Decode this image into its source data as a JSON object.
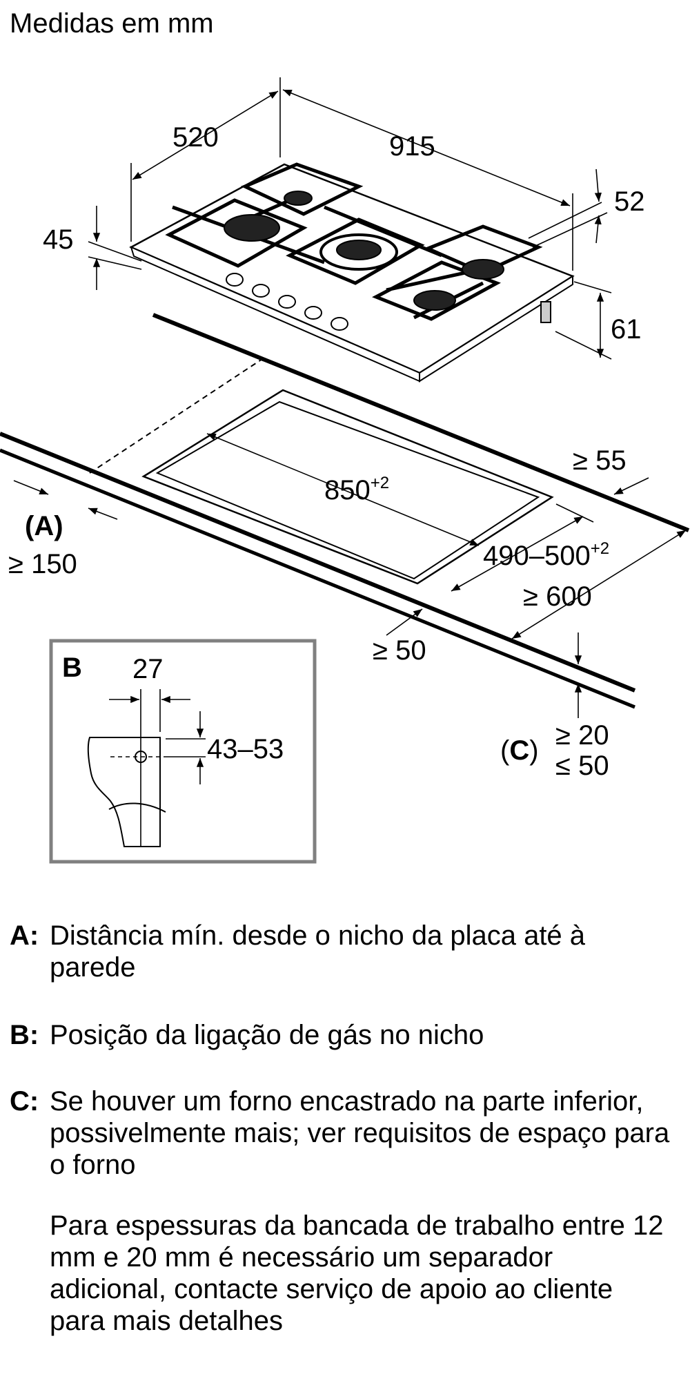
{
  "title": "Medidas em mm",
  "dimensions": {
    "depth": "520",
    "width": "915",
    "rear_offset": "52",
    "side_offset": "45",
    "height": "61",
    "cutout_width": "850",
    "cutout_width_tol": "+2",
    "cutout_depth": "490–500",
    "cutout_depth_tol": "+2",
    "min_right": "≥ 55",
    "min_back_wall": "≥ 150",
    "min_front": "≥ 50",
    "min_depth_counter": "≥ 600",
    "counter_min": "≥ 20",
    "counter_max": "≤ 50"
  },
  "labels": {
    "a": "(A)",
    "c_open": "(",
    "c_letter": "C",
    "c_close": ")"
  },
  "inset_b": {
    "label": "B",
    "offset_h": "27",
    "offset_v": "43–53"
  },
  "legend": [
    {
      "key": "A:",
      "text": "Distância mín. desde o nicho da placa até à parede"
    },
    {
      "key": "B:",
      "text": "Posição da ligação de gás no nicho"
    },
    {
      "key": "C:",
      "text": "Se houver um forno encastrado na parte inferior, possivelmente mais; ver requisitos de espaço para o forno"
    }
  ],
  "note": "Para espessuras da bancada de trabalho entre 12 mm e 20 mm é necessário um separador adicional, contacte serviço de apoio ao cliente para mais detalhes"
}
